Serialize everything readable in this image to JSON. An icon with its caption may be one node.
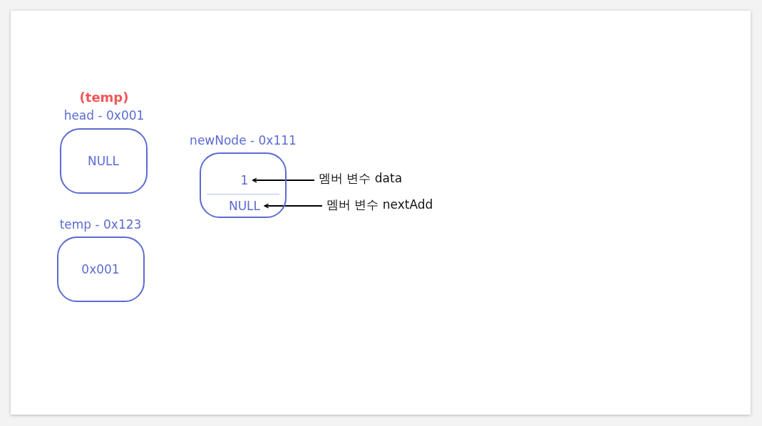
{
  "diagram": {
    "nodes": [
      {
        "text": [
          "head - 0x001",
          "NULL"
        ],
        "beside": [
          "(temp)"
        ]
      },
      {
        "text": [
          "temp - 0x123",
          "0x001"
        ]
      },
      {
        "text": [
          "newNode - 0x111"
        ]
      },
      {
        "text": [
          "1"
        ],
        "in": 2
      },
      {
        "text": [
          "NULL"
        ],
        "in": 2
      },
      {
        "text": [
          "멤버 변수 data"
        ]
      },
      {
        "text": [
          "멤버 변수 nextAdd"
        ]
      }
    ],
    "edges": [
      {
        "from": 5,
        "to": 3,
        "arrow": "to"
      },
      {
        "from": 6,
        "to": 4,
        "arrow": "to"
      }
    ]
  }
}
